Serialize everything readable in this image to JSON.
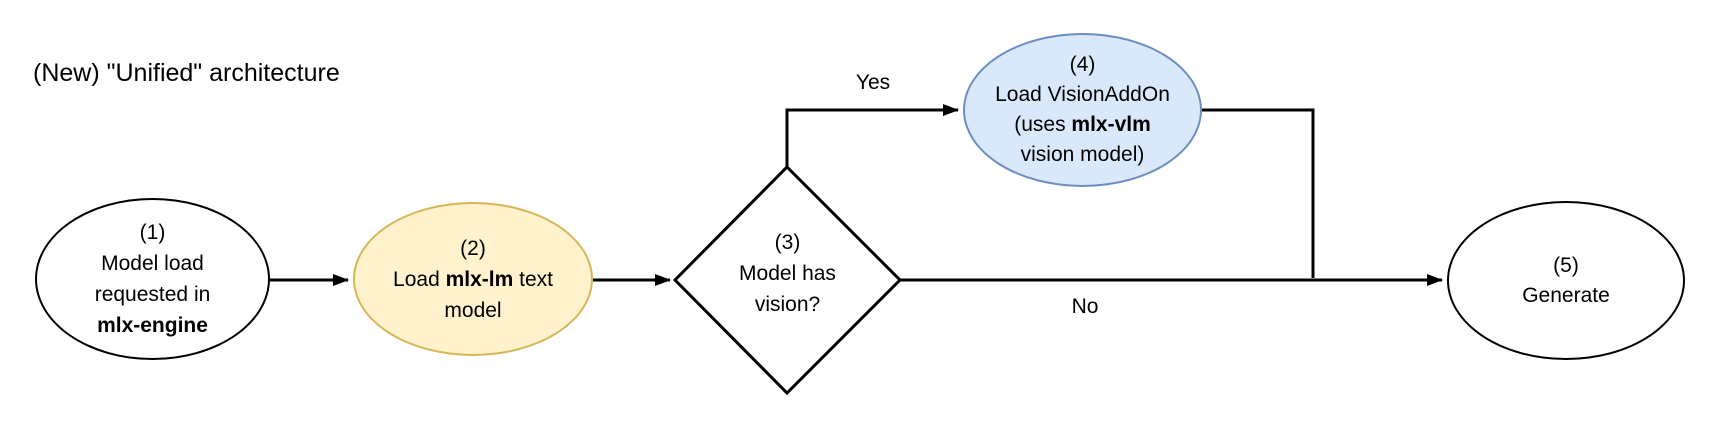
{
  "title": "(New) \"Unified\" architecture",
  "colors": {
    "background": "#FFFFFF",
    "line": "#000000",
    "plain_node_fill": "#FFFFFF",
    "plain_node_stroke": "#000000",
    "yellow_node_fill": "#FFF2CC",
    "yellow_node_stroke": "#D6B656",
    "blue_node_fill": "#DAE8FC",
    "blue_node_stroke": "#6C8EBF"
  },
  "nodes": {
    "n1": {
      "shape": "ellipse",
      "fill": "#FFFFFF",
      "lines": [
        [
          {
            "t": "(1)"
          }
        ],
        [
          {
            "t": "Model load"
          }
        ],
        [
          {
            "t": "requested in"
          }
        ],
        [
          {
            "t": "mlx-engine",
            "b": 1
          }
        ]
      ]
    },
    "n2": {
      "shape": "ellipse",
      "fill": "#FFF2CC",
      "lines": [
        [
          {
            "t": "(2)"
          }
        ],
        [
          {
            "t": "Load "
          },
          {
            "t": "mlx-lm",
            "b": 1
          },
          {
            "t": " text"
          }
        ],
        [
          {
            "t": "model"
          }
        ]
      ]
    },
    "n3": {
      "shape": "diamond",
      "fill": "#FFFFFF",
      "lines": [
        [
          {
            "t": "(3)"
          }
        ],
        [
          {
            "t": "Model has"
          }
        ],
        [
          {
            "t": "vision?"
          }
        ]
      ]
    },
    "n4": {
      "shape": "ellipse",
      "fill": "#DAE8FC",
      "lines": [
        [
          {
            "t": "(4)"
          }
        ],
        [
          {
            "t": "Load VisionAddOn"
          }
        ],
        [
          {
            "t": "(uses "
          },
          {
            "t": "mlx-vlm",
            "b": 1
          }
        ],
        [
          {
            "t": "vision model)"
          }
        ]
      ]
    },
    "n5": {
      "shape": "ellipse",
      "fill": "#FFFFFF",
      "lines": [
        [
          {
            "t": "(5)"
          }
        ],
        [
          {
            "t": "Generate"
          }
        ]
      ]
    }
  },
  "edges": {
    "yes_label": "Yes",
    "no_label": "No"
  }
}
